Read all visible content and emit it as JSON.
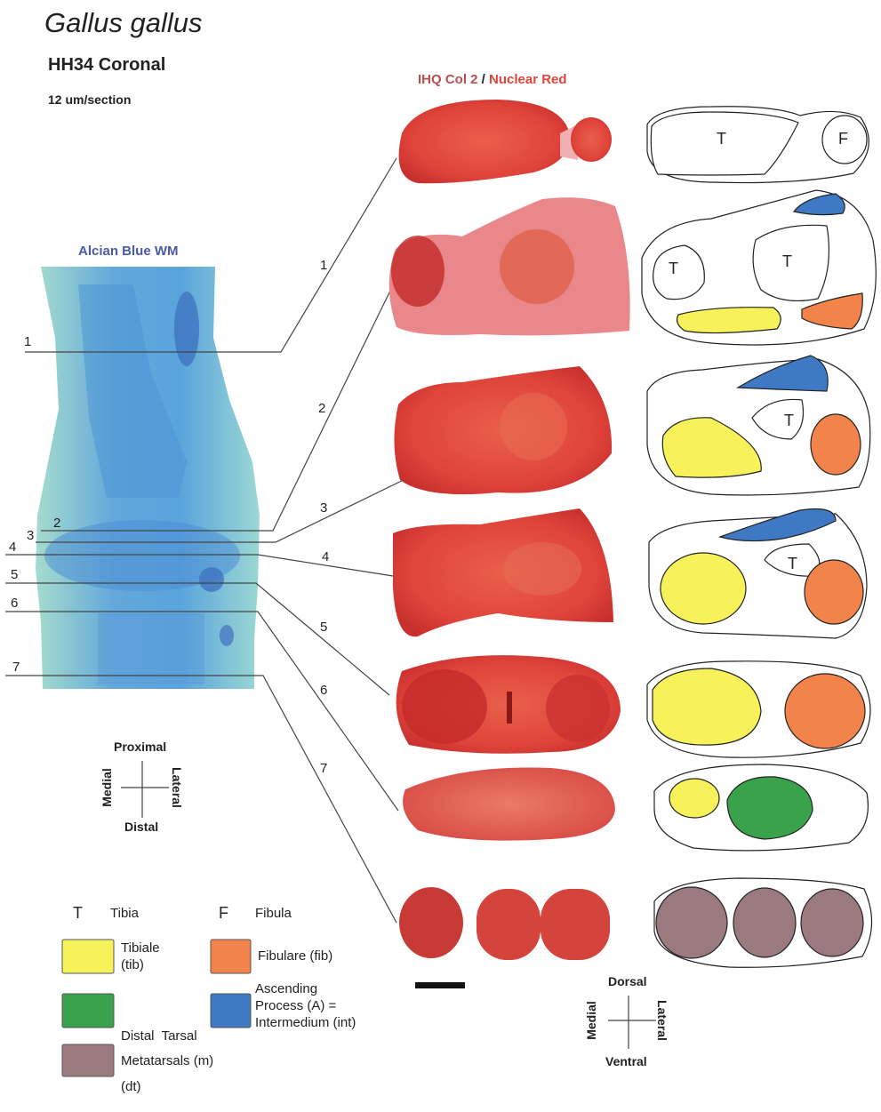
{
  "header": {
    "species": "Gallus gallus",
    "stage": "HH34 Coronal",
    "thickness": "12 um/section"
  },
  "panels": {
    "alcian_title": "Alcian Blue WM",
    "ihq_title_part1": "IHQ Col 2",
    "ihq_title_sep": " / ",
    "ihq_title_part2": "Nuclear Red"
  },
  "section_numbers": [
    "1",
    "2",
    "3",
    "4",
    "5",
    "6",
    "7"
  ],
  "schematic_labels": {
    "s1_t": "T",
    "s1_f": "F",
    "s2_t1": "T",
    "s2_t2": "T",
    "s3_t": "T",
    "s4_t": "T"
  },
  "orientation_limb": {
    "top": "Proximal",
    "bottom": "Distal",
    "left": "Medial",
    "right": "Lateral"
  },
  "orientation_section": {
    "top": "Dorsal",
    "bottom": "Ventral",
    "left": "Medial",
    "right": "Lateral"
  },
  "legend": {
    "tibia_letter": "T",
    "tibia_label": "Tibia",
    "fibula_letter": "F",
    "fibula_label": "Fibula",
    "tibiale_line1": "Tibiale",
    "tibiale_line2": "(tib)",
    "fibulare": "Fibulare (fib)",
    "distal_tarsal_line1": "Distal  Tarsal",
    "distal_tarsal_line2": "(dt)",
    "ascending_line1": "Ascending",
    "ascending_line2": "Process (A) =",
    "ascending_line3": "Intermedium (int)",
    "metatarsals": "Metatarsals (m)"
  },
  "colors": {
    "tibiale": "#f7f25a",
    "fibulare": "#f2834a",
    "distal_tarsal": "#3aa24a",
    "ascending": "#3f79c4",
    "metatarsal": "#9a7a7e",
    "alcian_light": "#9fd4d2",
    "alcian_dark": "#4a8fd8",
    "ihq_red": "#e2443a",
    "ihq_dark": "#c42a2a"
  }
}
